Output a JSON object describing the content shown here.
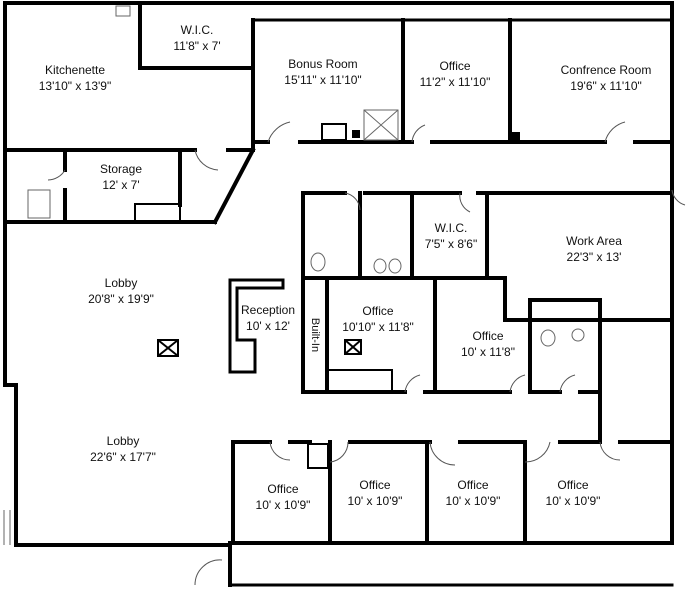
{
  "plan": {
    "rooms": [
      {
        "name": "Kitchenette",
        "dims": "13'10\" x 13'9\""
      },
      {
        "name": "W.I.C.",
        "dims": "11'8\" x 7'"
      },
      {
        "name": "Bonus Room",
        "dims": "15'11\" x 11'10\""
      },
      {
        "name": "Office",
        "dims": "11'2\" x 11'10\""
      },
      {
        "name": "Confrence Room",
        "dims": "19'6\" x 11'10\""
      },
      {
        "name": "Storage",
        "dims": "12' x 7'"
      },
      {
        "name": "W.I.C.",
        "dims": "7'5\" x 8'6\""
      },
      {
        "name": "Work Area",
        "dims": "22'3\" x 13'"
      },
      {
        "name": "Lobby",
        "dims": "20'8\" x 19'9\""
      },
      {
        "name": "Reception",
        "dims": "10' x 12'"
      },
      {
        "name": "Office",
        "dims": "10'10\" x 11'8\""
      },
      {
        "name": "Office",
        "dims": "10' x 11'8\""
      },
      {
        "name": "Lobby",
        "dims": "22'6\" x 17'7\""
      },
      {
        "name": "Office",
        "dims": "10' x 10'9\""
      },
      {
        "name": "Office",
        "dims": "10' x 10'9\""
      },
      {
        "name": "Office",
        "dims": "10' x 10'9\""
      },
      {
        "name": "Office",
        "dims": "10' x 10'9\""
      }
    ],
    "builtin_label": "Built-In"
  }
}
